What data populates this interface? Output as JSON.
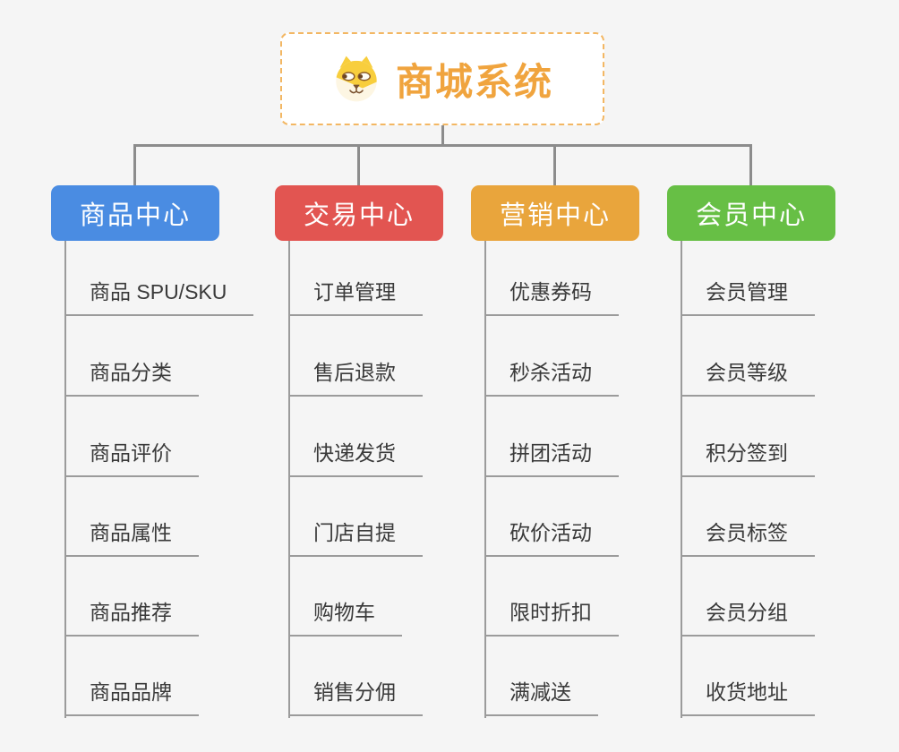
{
  "root": {
    "title": "商城系统",
    "icon": "dog-face-icon"
  },
  "colors": {
    "background": "#f5f5f5",
    "root_border": "#f3b763",
    "root_text": "#f0a43e",
    "connector_line": "#8c8c8c",
    "child_line": "#9b9b9b",
    "child_text": "#3a3a3a",
    "branch_text": "#ffffff",
    "branch_blue": "#4a8ce2",
    "branch_red": "#e25551",
    "branch_orange": "#e9a53c",
    "branch_green": "#67bf45"
  },
  "branches": [
    {
      "label": "商品中心",
      "color": "#4a8ce2",
      "children": [
        "商品 SPU/SKU",
        "商品分类",
        "商品评价",
        "商品属性",
        "商品推荐",
        "商品品牌"
      ]
    },
    {
      "label": "交易中心",
      "color": "#e25551",
      "children": [
        "订单管理",
        "售后退款",
        "快递发货",
        "门店自提",
        "购物车",
        "销售分佣"
      ]
    },
    {
      "label": "营销中心",
      "color": "#e9a53c",
      "children": [
        "优惠券码",
        "秒杀活动",
        "拼团活动",
        "砍价活动",
        "限时折扣",
        "满减送"
      ]
    },
    {
      "label": "会员中心",
      "color": "#67bf45",
      "children": [
        "会员管理",
        "会员等级",
        "积分签到",
        "会员标签",
        "会员分组",
        "收货地址"
      ]
    }
  ]
}
